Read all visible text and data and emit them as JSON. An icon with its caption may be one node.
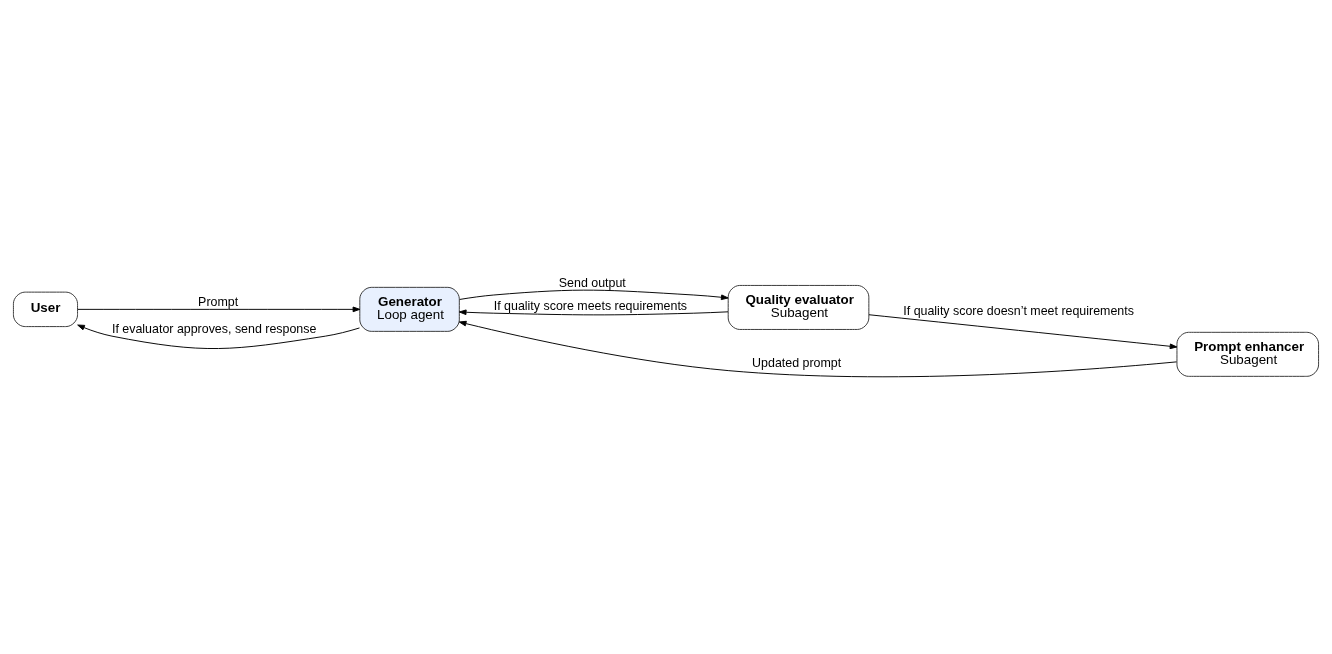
{
  "diagram": {
    "nodes": [
      {
        "text": [
          "User"
        ]
      },
      {
        "text": [
          "Generator",
          "Loop agent"
        ]
      },
      {
        "text": [
          "Quality evaluator",
          "Subagent"
        ]
      },
      {
        "text": [
          "Prompt enhancer",
          "Subagent"
        ]
      }
    ],
    "edges": [
      {
        "from": 0,
        "to": 1,
        "arrow": "to",
        "label": "Prompt"
      },
      {
        "from": 1,
        "to": 0,
        "arrow": "to",
        "label": "If evaluator approves, send response"
      },
      {
        "from": 1,
        "to": 2,
        "arrow": "to",
        "label": "Send output"
      },
      {
        "from": 2,
        "to": 1,
        "arrow": "to",
        "label": "If quality score meets requirements"
      },
      {
        "from": 2,
        "to": 3,
        "arrow": "to",
        "label": "If quality score doesn’t meet requirements"
      },
      {
        "from": 3,
        "to": 1,
        "arrow": "to",
        "label": "Updated prompt"
      }
    ]
  }
}
